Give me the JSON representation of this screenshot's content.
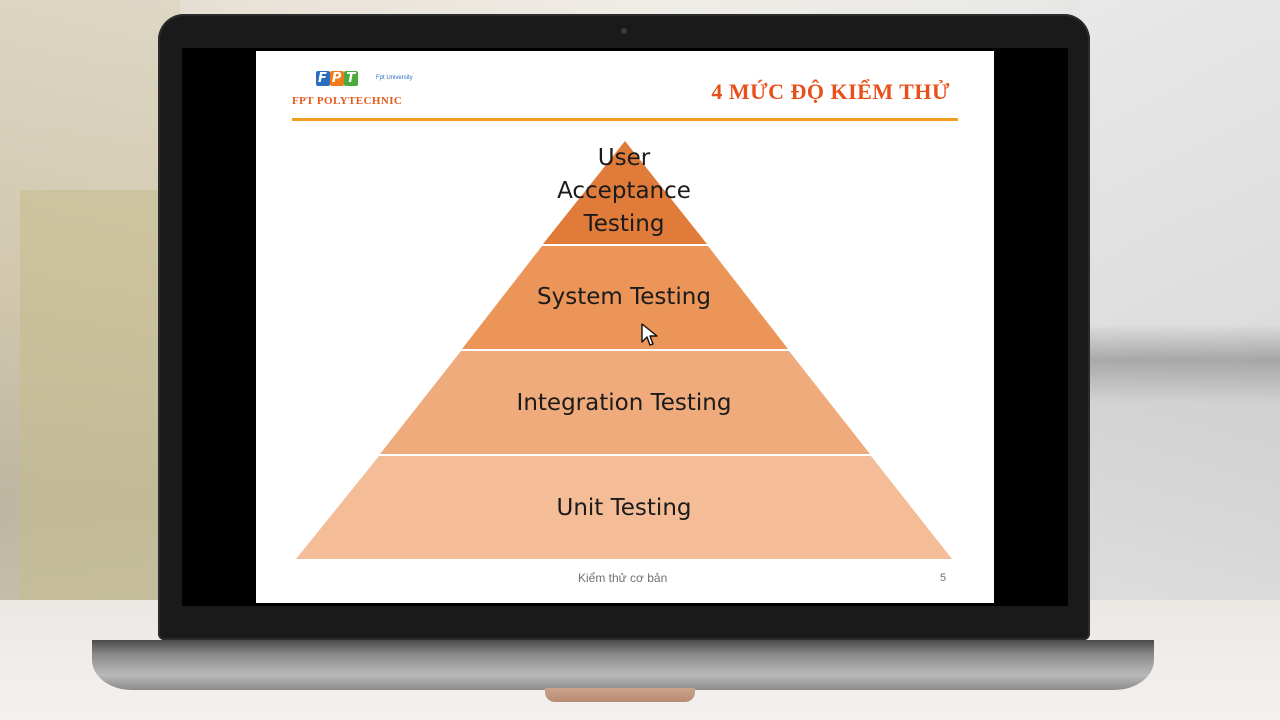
{
  "slide": {
    "logo": {
      "brand_letters": [
        "F",
        "P",
        "T"
      ],
      "small_text": "Fpt University",
      "subtitle": "FPT POLYTECHNIC"
    },
    "title": "4 MỨC ĐỘ KIỂM THỬ",
    "pyramid": {
      "levels": [
        {
          "lines": [
            "User",
            "Acceptance",
            "Testing"
          ],
          "color": "#e07b3a"
        },
        {
          "lines": [
            "System Testing"
          ],
          "color": "#eb9558"
        },
        {
          "lines": [
            "Integration Testing"
          ],
          "color": "#f0ab7c"
        },
        {
          "lines": [
            "Unit Testing"
          ],
          "color": "#f4bd98"
        }
      ]
    },
    "footer": "Kiểm thử cơ bản",
    "page_number": "5"
  },
  "colors": {
    "title": "#e8501a",
    "accent_rule": "#f39c22",
    "logo_blue": "#2a6ebd",
    "logo_orange": "#f07d1a",
    "logo_green": "#4caa3c"
  }
}
